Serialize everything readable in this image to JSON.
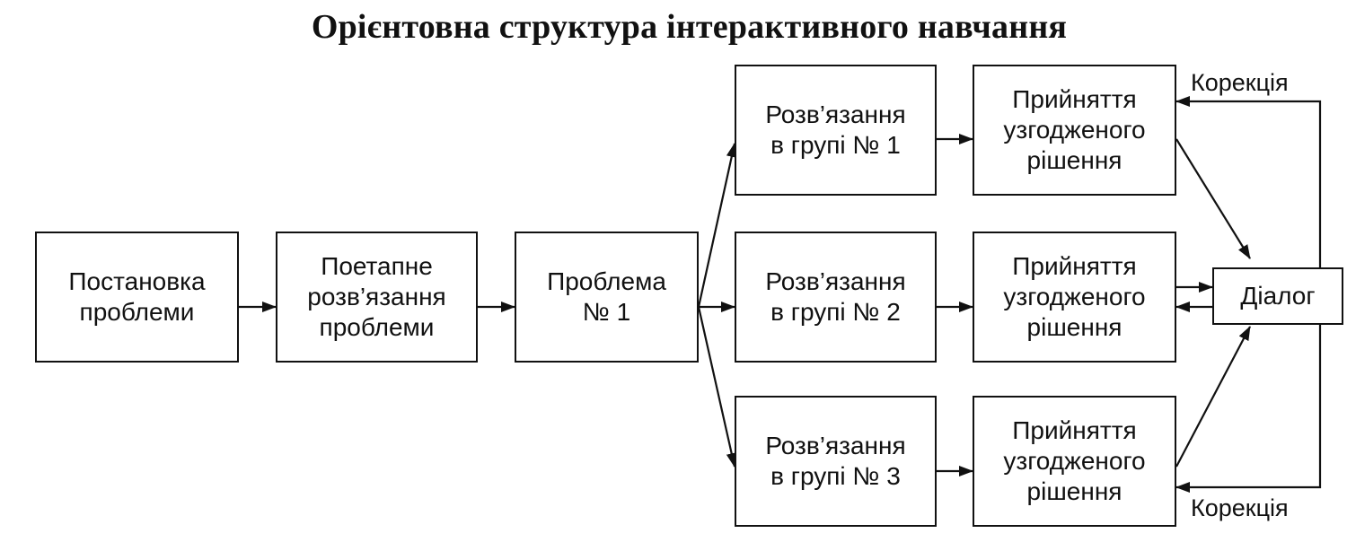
{
  "title": "Орієнтовна структура інтерактивного навчання",
  "nodes": {
    "postanovka": "Постановка\nпроблеми",
    "poetapne": "Поетапне\nрозв’язання\nпроблеми",
    "problema": "Проблема\n№ 1",
    "group1": "Розв’язання\nв групі № 1",
    "group2": "Розв’язання\nв групі № 2",
    "group3": "Розв’язання\nв групі № 3",
    "decision1": "Прийняття\nузгодженого\nрішення",
    "decision2": "Прийняття\nузгодженого\nрішення",
    "decision3": "Прийняття\nузгодженого\nрішення",
    "dialog": "Діалог"
  },
  "labels": {
    "correction_top": "Корекція",
    "correction_bottom": "Корекція"
  }
}
